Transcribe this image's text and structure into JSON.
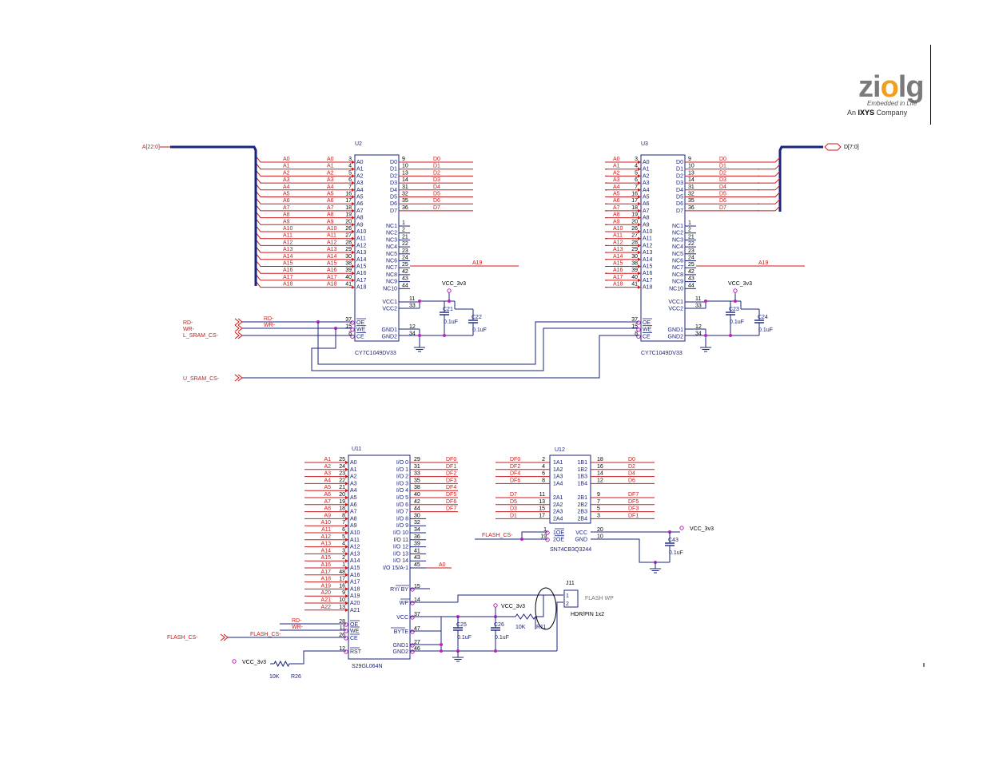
{
  "logo": {
    "word_a": "zi",
    "word_o": "o",
    "word_b": "lg",
    "tagline": "Embedded in Life",
    "company_prefix": "An",
    "company_name": "IXYS",
    "company_suffix": "Company"
  },
  "nets": {
    "addr_bus": "A[22:0]",
    "data_bus": "D[7:0]",
    "rd": "RD-",
    "wr": "WR-",
    "l_sram_cs": "L_SRAM_CS-",
    "u_sram_cs": "U_SRAM_CS-",
    "flash_cs": "FLASH_CS-",
    "vcc": "VCC_3v3",
    "a19": "A19",
    "a0": "A0",
    "flash_wp": "FLASH WP"
  },
  "u2": {
    "ref": "U2",
    "part": "CY7C1049DV33",
    "left_pins": [
      [
        "A0",
        "3"
      ],
      [
        "A1",
        "4"
      ],
      [
        "A2",
        "5"
      ],
      [
        "A3",
        "6"
      ],
      [
        "A4",
        "7"
      ],
      [
        "A5",
        "16"
      ],
      [
        "A6",
        "17"
      ],
      [
        "A7",
        "18"
      ],
      [
        "A8",
        "19"
      ],
      [
        "A9",
        "20"
      ],
      [
        "A10",
        "26"
      ],
      [
        "A11",
        "27"
      ],
      [
        "A12",
        "28"
      ],
      [
        "A13",
        "29"
      ],
      [
        "A14",
        "30"
      ],
      [
        "A15",
        "38"
      ],
      [
        "A16",
        "39"
      ],
      [
        "A17",
        "40"
      ],
      [
        "A18",
        "41"
      ]
    ],
    "right_pins": [
      [
        "D0",
        "9"
      ],
      [
        "D1",
        "10"
      ],
      [
        "D2",
        "13"
      ],
      [
        "D3",
        "14"
      ],
      [
        "D4",
        "31"
      ],
      [
        "D5",
        "32"
      ],
      [
        "D6",
        "35"
      ],
      [
        "D7",
        "36"
      ]
    ],
    "nc_pins": [
      [
        "NC1",
        "1"
      ],
      [
        "NC2",
        "2"
      ],
      [
        "NC3",
        "21"
      ],
      [
        "NC4",
        "22"
      ],
      [
        "NC5",
        "23"
      ],
      [
        "NC6",
        "24"
      ],
      [
        "NC7",
        "25"
      ],
      [
        "NC8",
        "42"
      ],
      [
        "NC9",
        "43"
      ],
      [
        "NC10",
        "44"
      ]
    ],
    "pwr_pins": [
      [
        "VCC1",
        "11"
      ],
      [
        "VCC2",
        "33"
      ]
    ],
    "ctrl_pins": [
      [
        "OE",
        "37"
      ],
      [
        "WE",
        "15"
      ],
      [
        "CE",
        "8"
      ]
    ],
    "gnd_pins": [
      [
        "GND1",
        "12"
      ],
      [
        "GND2",
        "34"
      ]
    ]
  },
  "u3": {
    "ref": "U3",
    "part": "CY7C1049DV33"
  },
  "caps": {
    "c21": "C21",
    "c22": "C22",
    "c23": "C23",
    "c24": "C24",
    "c25": "C25",
    "c26": "C26",
    "c43": "C43",
    "val": "0.1uF"
  },
  "u11": {
    "ref": "U11",
    "part": "S29GL064N",
    "left_pins": [
      [
        "A1",
        "25",
        "A0"
      ],
      [
        "A2",
        "24",
        "A1"
      ],
      [
        "A3",
        "23",
        "A2"
      ],
      [
        "A4",
        "22",
        "A3"
      ],
      [
        "A5",
        "21",
        "A4"
      ],
      [
        "A6",
        "20",
        "A5"
      ],
      [
        "A7",
        "19",
        "A6"
      ],
      [
        "A8",
        "18",
        "A7"
      ],
      [
        "A9",
        "8",
        "A8"
      ],
      [
        "A10",
        "7",
        "A9"
      ],
      [
        "A11",
        "6",
        "A10"
      ],
      [
        "A12",
        "5",
        "A11"
      ],
      [
        "A13",
        "4",
        "A12"
      ],
      [
        "A14",
        "3",
        "A13"
      ],
      [
        "A15",
        "2",
        "A14"
      ],
      [
        "A16",
        "1",
        "A15"
      ],
      [
        "A17",
        "48",
        "A16"
      ],
      [
        "A18",
        "17",
        "A17"
      ],
      [
        "A19",
        "16",
        "A18"
      ],
      [
        "A20",
        "9",
        "A19"
      ],
      [
        "A21",
        "10",
        "A20"
      ],
      [
        "A22",
        "13",
        "A21"
      ]
    ],
    "right_pins": [
      [
        "I/O 0",
        "29",
        "DF0"
      ],
      [
        "I/O 1",
        "31",
        "DF1"
      ],
      [
        "I/O 2",
        "33",
        "DF2"
      ],
      [
        "I/O 3",
        "35",
        "DF3"
      ],
      [
        "I/O 4",
        "38",
        "DF4"
      ],
      [
        "I/O 5",
        "40",
        "DF5"
      ],
      [
        "I/O 6",
        "42",
        "DF6"
      ],
      [
        "I/O 7",
        "44",
        "DF7"
      ],
      [
        "I/O 8",
        "30",
        ""
      ],
      [
        "I/O 9",
        "32",
        ""
      ],
      [
        "I/O 10",
        "34",
        ""
      ],
      [
        "I/O 11",
        "36",
        ""
      ],
      [
        "I/O 12",
        "39",
        ""
      ],
      [
        "I/O 13",
        "41",
        ""
      ],
      [
        "I/O 14",
        "43",
        ""
      ],
      [
        "I/O 15/A-1",
        "45",
        ""
      ]
    ],
    "ctrl_pins": [
      [
        "OE",
        "28"
      ],
      [
        "WE",
        "11"
      ],
      [
        "CE",
        "26"
      ],
      [
        "RST",
        "12"
      ]
    ],
    "misc_pins": [
      [
        "RY/ BY",
        "15"
      ],
      [
        "WP",
        "14"
      ],
      [
        "VCC",
        "37"
      ],
      [
        "BYTE",
        "47"
      ],
      [
        "GND1",
        "27"
      ],
      [
        "GND2",
        "46"
      ]
    ]
  },
  "u12": {
    "ref": "U12",
    "part": "SN74CB3Q3244",
    "rows": [
      [
        "DF0",
        "2",
        "1A1",
        "1B1",
        "18",
        "D0"
      ],
      [
        "DF2",
        "4",
        "1A2",
        "1B2",
        "16",
        "D2"
      ],
      [
        "DF4",
        "6",
        "1A3",
        "1B3",
        "14",
        "D4"
      ],
      [
        "DF6",
        "8",
        "1A4",
        "1B4",
        "12",
        "D6"
      ],
      [
        "D7",
        "11",
        "2A1",
        "2B1",
        "9",
        "DF7"
      ],
      [
        "D5",
        "13",
        "2A2",
        "2B2",
        "7",
        "DF5"
      ],
      [
        "D3",
        "15",
        "2A3",
        "2B3",
        "5",
        "DF3"
      ],
      [
        "D1",
        "17",
        "2A4",
        "2B4",
        "3",
        "DF1"
      ]
    ],
    "oe": [
      [
        "1OE",
        "1"
      ],
      [
        "2OE",
        "19"
      ]
    ],
    "pwr": [
      [
        "VCC",
        "20"
      ],
      [
        "GND",
        "10"
      ]
    ]
  },
  "j11": {
    "ref": "J11",
    "part": "HDR/PIN 1x2",
    "p1": "1",
    "p2": "2"
  },
  "res": {
    "r11": "R11",
    "r26": "R26",
    "val": "10K"
  }
}
